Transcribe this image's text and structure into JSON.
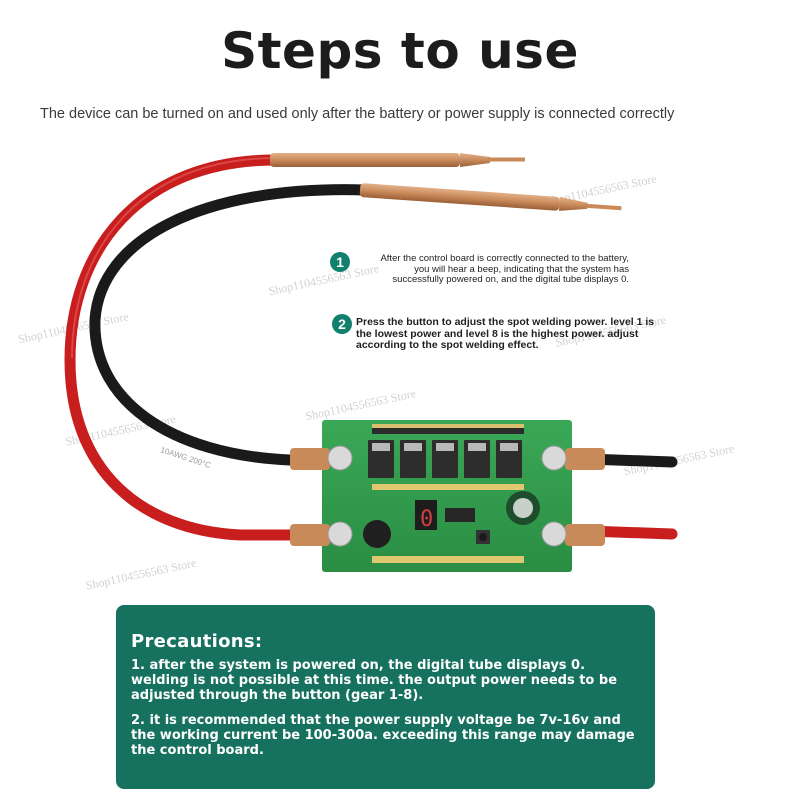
{
  "title": "Steps to use",
  "subtitle": "The device can be turned on and used only after the battery or power supply is connected correctly",
  "steps": [
    {
      "number": "1",
      "text": "After the control board is correctly connected to the battery, you will hear a beep, indicating that the system has successfully powered on, and the digital tube displays 0."
    },
    {
      "number": "2",
      "text": "Press the button to adjust the spot welding power. level 1 is the lowest power and level 8 is the highest power. adjust according to the spot welding effect."
    }
  ],
  "precautions": {
    "heading": "Precautions:",
    "items": [
      "1. after the system is powered on, the digital tube displays 0. welding is not possible at this time. the output power needs to be adjusted through the button (gear 1-8).",
      "2. it is recommended that the power supply voltage be 7v-16v and the working current be 100-300a. exceeding this range may damage the control board."
    ]
  },
  "photo": {
    "cable_label": "10AWG 200°C",
    "digit_display": "0",
    "watermark": "Shop1104556563 Store"
  },
  "colors": {
    "accent": "#17715f",
    "pcb": "#2f9a4a",
    "red_wire": "#c81e1e",
    "black_wire": "#1a1a1a",
    "copper": "#c98a5a"
  }
}
